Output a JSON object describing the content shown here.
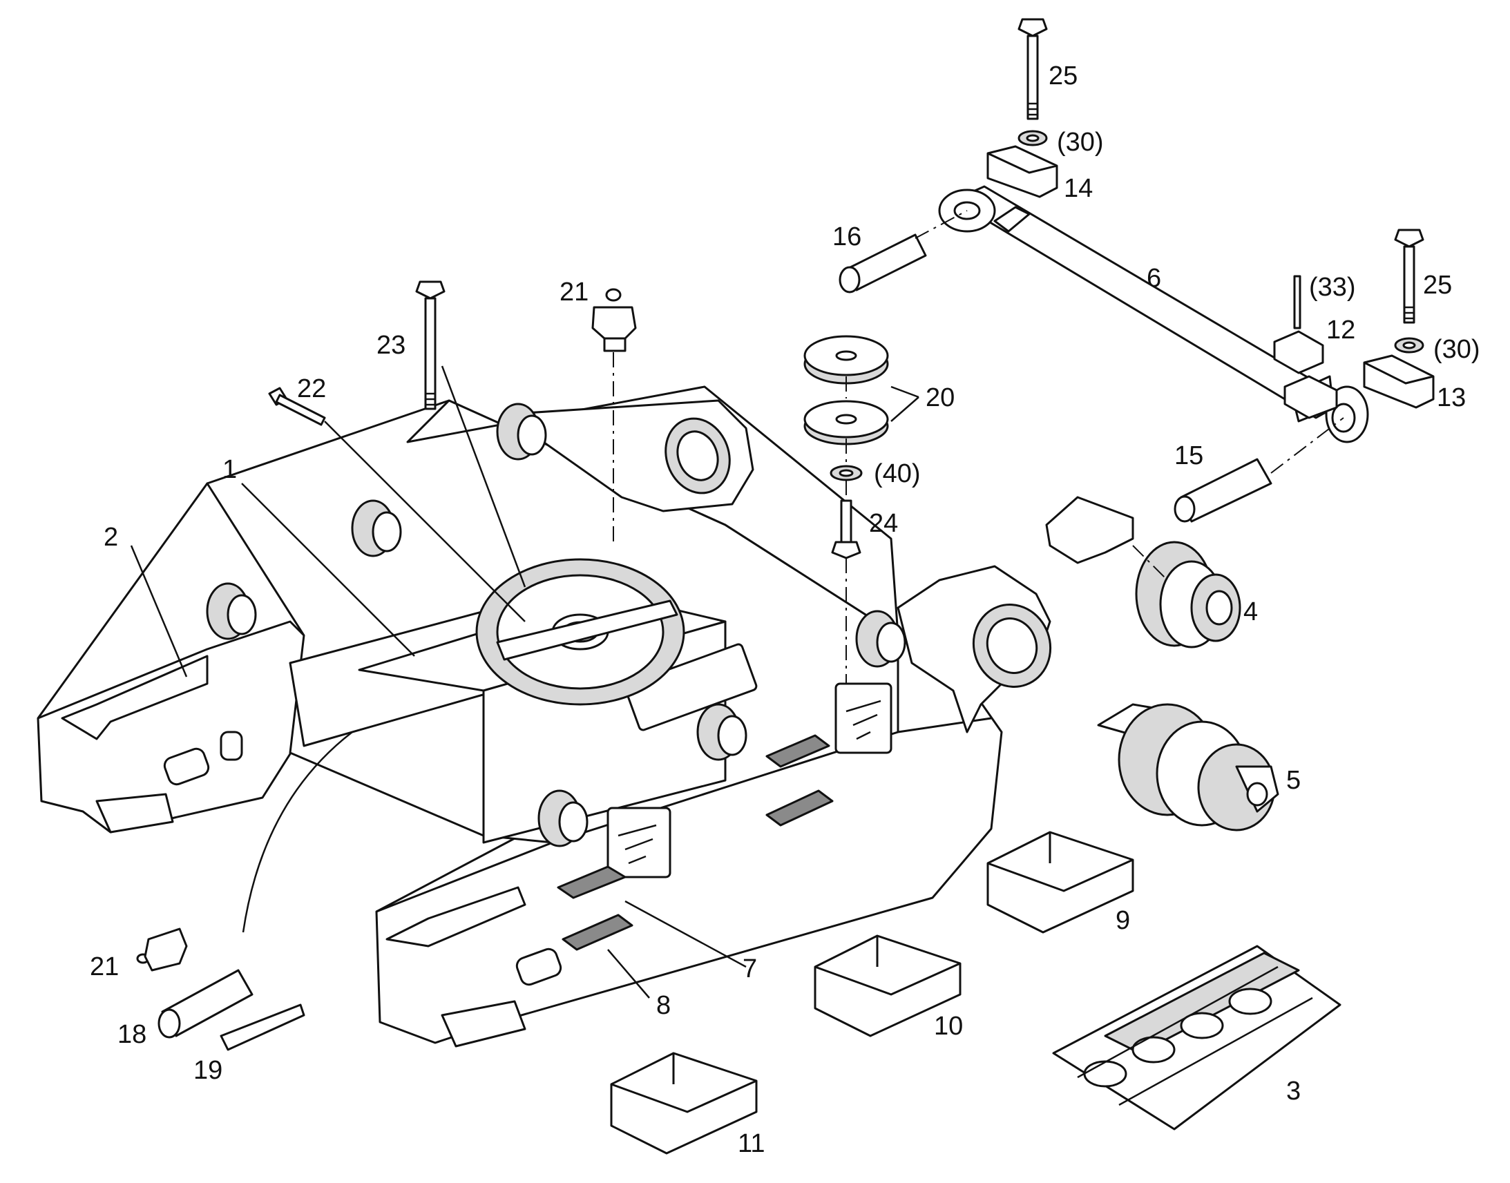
{
  "callouts": {
    "c1": "1",
    "c2": "2",
    "c3": "3",
    "c4": "4",
    "c5": "5",
    "c6": "6",
    "c7": "7",
    "c8": "8",
    "c9": "9",
    "c10": "10",
    "c11": "11",
    "c12": "12",
    "c13": "13",
    "c14": "14",
    "c15": "15",
    "c16": "16",
    "c18": "18",
    "c19": "19",
    "c20": "20",
    "c21a": "21",
    "c21b": "21",
    "c22": "22",
    "c23": "23",
    "c24": "24",
    "c25a": "25",
    "c25b": "25",
    "c30a": "(30)",
    "c30b": "(30)",
    "c33": "(33)",
    "c40": "(40)"
  }
}
